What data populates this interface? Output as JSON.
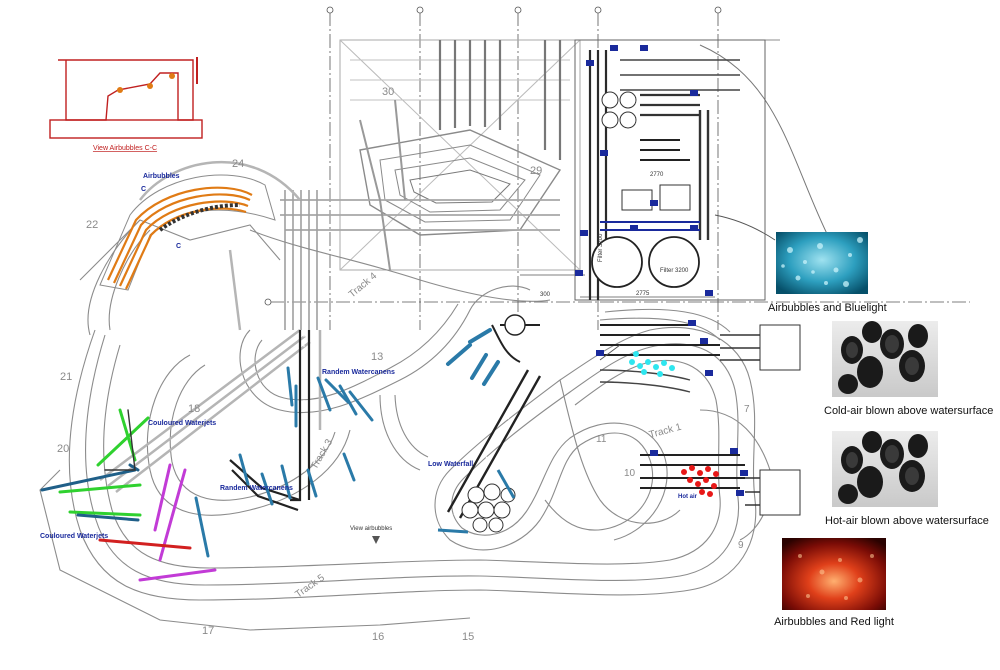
{
  "section_view": {
    "caption": "View Airbubbles C-C"
  },
  "zones": {
    "airbubbles": "Airbubbles",
    "random_watercannons_top": "Randem Watercanens",
    "random_watercannons_left": "Randem Watercanens",
    "coloured_waterjets_left": "Couloured Waterjets",
    "coloured_waterjets_bottom": "Couloured Waterjets",
    "low_waterfall": "Low Waterfall",
    "hot_air": "Hot air",
    "view_airbubbles": "View airbubbles",
    "section_mark": "C"
  },
  "track_labels": {
    "track1": "Track 1",
    "track3": "Track 3",
    "track4": "Track 4",
    "track5": "Track 5"
  },
  "station_numbers": [
    "7",
    "9",
    "10",
    "11",
    "13",
    "15",
    "16",
    "17",
    "18",
    "20",
    "21",
    "22",
    "24",
    "29",
    "30"
  ],
  "dimensions": [
    "2770",
    "2775",
    "300"
  ],
  "filters": [
    "Filter 3200",
    "Filter 3200"
  ],
  "legend": [
    {
      "caption": "Airbubbles and Bluelight",
      "image": "blue-water-bubbles"
    },
    {
      "caption": "Cold-air blown above watersurface",
      "image": "black-duct-openings"
    },
    {
      "caption": "Hot-air blown above watersurface",
      "image": "black-duct-openings"
    },
    {
      "caption": "Airbubbles and Red light",
      "image": "red-lit-bubbles"
    }
  ],
  "colors": {
    "plan_lines": "#8c8c8c",
    "piping": "#2a2a2a",
    "valves": "#1a2a9c",
    "airbubble_hoses": "#e07b15",
    "section_view": "#c02020",
    "coloured_jets": [
      "#2fd12f",
      "#c23bd6",
      "#d22020",
      "#1f5f88"
    ],
    "watercannons": "#2a7aa8",
    "cold_air": "#2ee6ef",
    "hot_air": "#e81818"
  }
}
